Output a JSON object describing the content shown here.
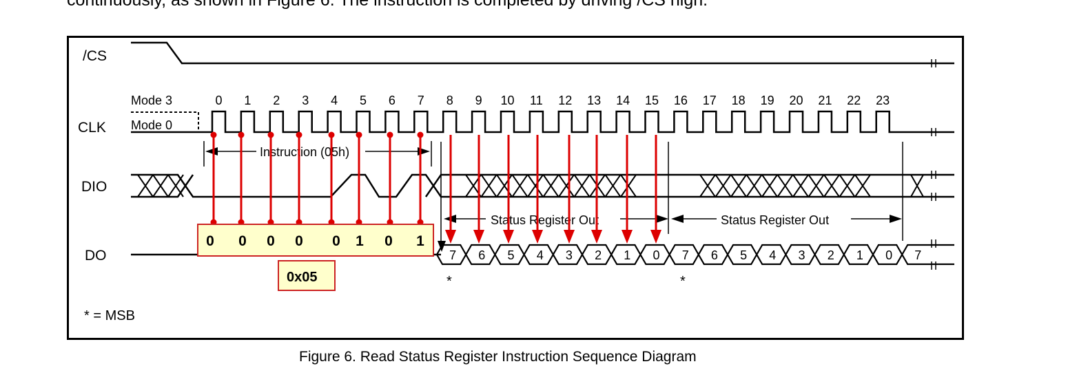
{
  "body_text": "continuously, as shown in Figure 6. The instruction is completed by driving /CS high.",
  "caption": "Figure 6. Read Status Register Instruction Sequence Diagram",
  "signals": {
    "cs": "/CS",
    "clk": "CLK",
    "dio": "DIO",
    "do": "DO"
  },
  "modes": {
    "mode3": "Mode 3",
    "mode0": "Mode 0"
  },
  "clock_numbers": [
    "0",
    "1",
    "2",
    "3",
    "4",
    "5",
    "6",
    "7",
    "8",
    "9",
    "10",
    "11",
    "12",
    "13",
    "14",
    "15",
    "16",
    "17",
    "18",
    "19",
    "20",
    "21",
    "22",
    "23"
  ],
  "instruction_label": "Instruction (05h)",
  "status_out_1": "Status Register Out",
  "status_out_2": "Status Register Out",
  "do_bits": [
    "7",
    "6",
    "5",
    "4",
    "3",
    "2",
    "1",
    "0",
    "7",
    "6",
    "5",
    "4",
    "3",
    "2",
    "1",
    "0",
    "7"
  ],
  "msb_star": "*",
  "legend": "* = MSB",
  "annotation": {
    "bits": [
      "0",
      "0",
      "0",
      "0",
      "0",
      "1",
      "0",
      "1"
    ],
    "hex": "0x05"
  },
  "colors": {
    "arrow": "#dd0000",
    "annotation_fill": "#ffffcc",
    "annotation_border": "#cc2222"
  }
}
